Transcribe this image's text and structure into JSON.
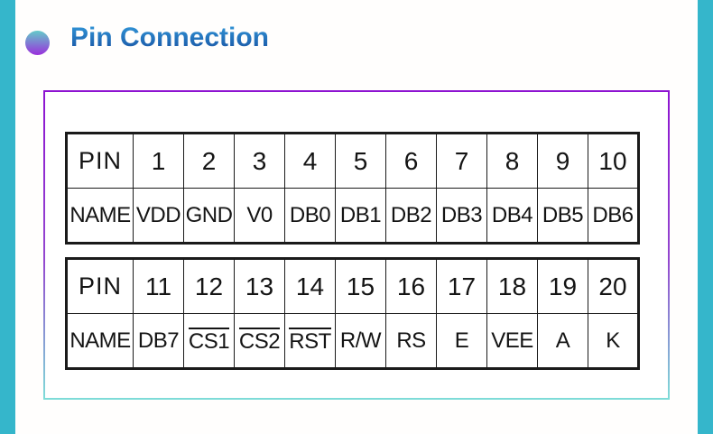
{
  "page": {
    "title": "Pin Connection"
  },
  "colors": {
    "teal-bar": "#35b6cb",
    "title-blue-top": "#2f90d3",
    "title-blue-bottom": "#1a56a5",
    "bullet-top": "#64cbc9",
    "bullet-bottom": "#9a30dc",
    "box-border-top": "#8d13d1",
    "box-border-bottom": "#7edcd8",
    "line": "#1a1a1a"
  },
  "pin_tables": [
    {
      "rows": [
        {
          "cells": [
            {
              "text": "PIN"
            },
            {
              "text": "1"
            },
            {
              "text": "2"
            },
            {
              "text": "3"
            },
            {
              "text": "4"
            },
            {
              "text": "5"
            },
            {
              "text": "6"
            },
            {
              "text": "7"
            },
            {
              "text": "8"
            },
            {
              "text": "9"
            },
            {
              "text": "10"
            }
          ]
        },
        {
          "cells": [
            {
              "text": "NAME"
            },
            {
              "text": "VDD"
            },
            {
              "text": "GND"
            },
            {
              "text": "V0"
            },
            {
              "text": "DB0"
            },
            {
              "text": "DB1"
            },
            {
              "text": "DB2"
            },
            {
              "text": "DB3"
            },
            {
              "text": "DB4"
            },
            {
              "text": "DB5"
            },
            {
              "text": "DB6"
            }
          ]
        }
      ]
    },
    {
      "rows": [
        {
          "cells": [
            {
              "text": "PIN"
            },
            {
              "text": "11"
            },
            {
              "text": "12"
            },
            {
              "text": "13"
            },
            {
              "text": "14"
            },
            {
              "text": "15"
            },
            {
              "text": "16"
            },
            {
              "text": "17"
            },
            {
              "text": "18"
            },
            {
              "text": "19"
            },
            {
              "text": "20"
            }
          ]
        },
        {
          "cells": [
            {
              "text": "NAME"
            },
            {
              "text": "DB7"
            },
            {
              "text": "CS1",
              "overline": true
            },
            {
              "text": "CS2",
              "overline": true
            },
            {
              "text": "RST",
              "overline": true
            },
            {
              "text": "R/W"
            },
            {
              "text": "RS"
            },
            {
              "text": "E"
            },
            {
              "text": "VEE"
            },
            {
              "text": "A"
            },
            {
              "text": "K"
            }
          ]
        }
      ]
    }
  ]
}
